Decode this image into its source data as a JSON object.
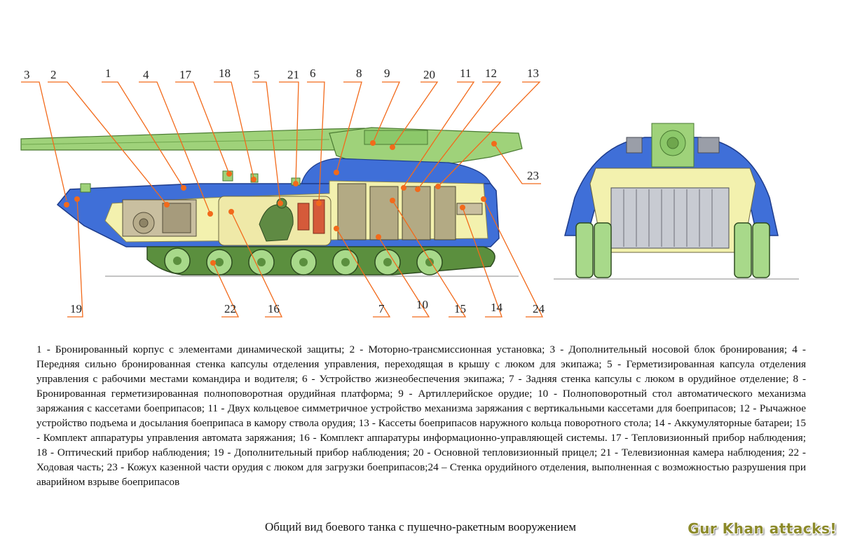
{
  "callouts": [
    "3",
    "2",
    "1",
    "4",
    "17",
    "18",
    "5",
    "21",
    "6",
    "8",
    "9",
    "20",
    "11",
    "12",
    "13",
    "23",
    "19",
    "22",
    "16",
    "7",
    "10",
    "15",
    "14",
    "24"
  ],
  "legend_text": "1 - Бронированный корпус с элементами динамической защиты; 2 - Моторно-трансмиссионная установка; 3 - Дополнительный носовой блок бронирования; 4 - Передняя сильно бронированная стенка капсулы отделения управления, переходящая в крышу с люком для экипажа; 5 - Герметизированная капсула отделения управления с рабочими местами командира и водителя; 6 - Устройство жизнеобеспечения экипажа; 7 - Задняя стенка капсулы с люком в орудийное отделение;        8 - Бронированная герметизированная полноповоротная орудийная платформа; 9 - Артиллерийское орудие; 10 - Полноповоротный стол автоматического механизма заряжания с кассетами боеприпасов; 11 - Двух кольцевое симметричное устройство механизма заряжания с вертикальными кассетами для боеприпасов; 12 - Рычажное устройство подъема и досылания боеприпаса в камору ствола орудия; 13 - Кассеты боеприпасов наружного кольца поворотного стола; 14 - Аккумуляторные батареи; 15 - Комплект аппаратуры управления автомата заряжания; 16 - Комплект аппаратуры информационно-управляющей системы. 17 - Тепловизионный прибор наблюдения; 18 - Оптический прибор наблюдения; 19 - Дополнительный прибор наблюдения; 20 - Основной тепловизионный прицел; 21 - Телевизионная камера наблюдения; 22 - Ходовая часть; 23 - Кожух казенной части орудия с люком для загрузки боеприпасов;24 – Стенка орудийного отделения, выполненная с возможностью разрушения при аварийном взрыве боеприпасов",
  "caption": "Общий вид боевого танка с пушечно-ракетным вооружением",
  "watermark": "Gur Khan attacks!",
  "colors": {
    "hull_blue": "#3f6fd8",
    "gun_green": "#9fd27a",
    "interior_yellow": "#f3f1ae",
    "callout_orange": "#f26a1b"
  }
}
